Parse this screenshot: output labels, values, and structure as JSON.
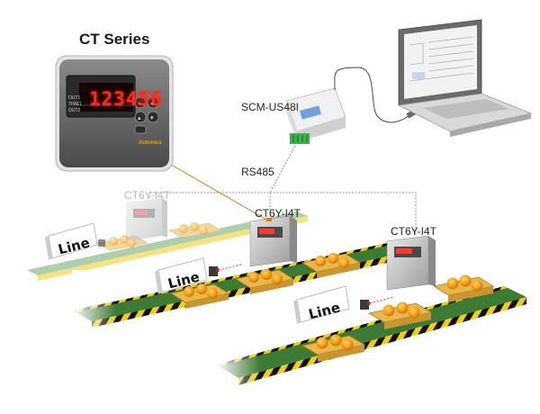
{
  "title": "CT Series",
  "converter": {
    "label": "SCM-US48I"
  },
  "network": {
    "label": "RS485"
  },
  "counters": [
    {
      "label": "CT6Y-I4T"
    },
    {
      "label": "CT6Y-I4T"
    },
    {
      "label": "CT6Y-I4T"
    }
  ],
  "lines": [
    {
      "label": "Line"
    },
    {
      "label": "Line"
    },
    {
      "label": "Line"
    }
  ],
  "display": {
    "value": "123456",
    "brand": "Autonics",
    "keys": [
      "OUT1",
      "TIME1",
      "OUT2"
    ]
  },
  "colors": {
    "belt": "#3d7a34",
    "belt_edge_yellow": "#f2cc1a",
    "tray": "#e8b84c",
    "egg": "#f29a12",
    "callout_line": "#e07a1a",
    "led": "#ff2a1e"
  }
}
